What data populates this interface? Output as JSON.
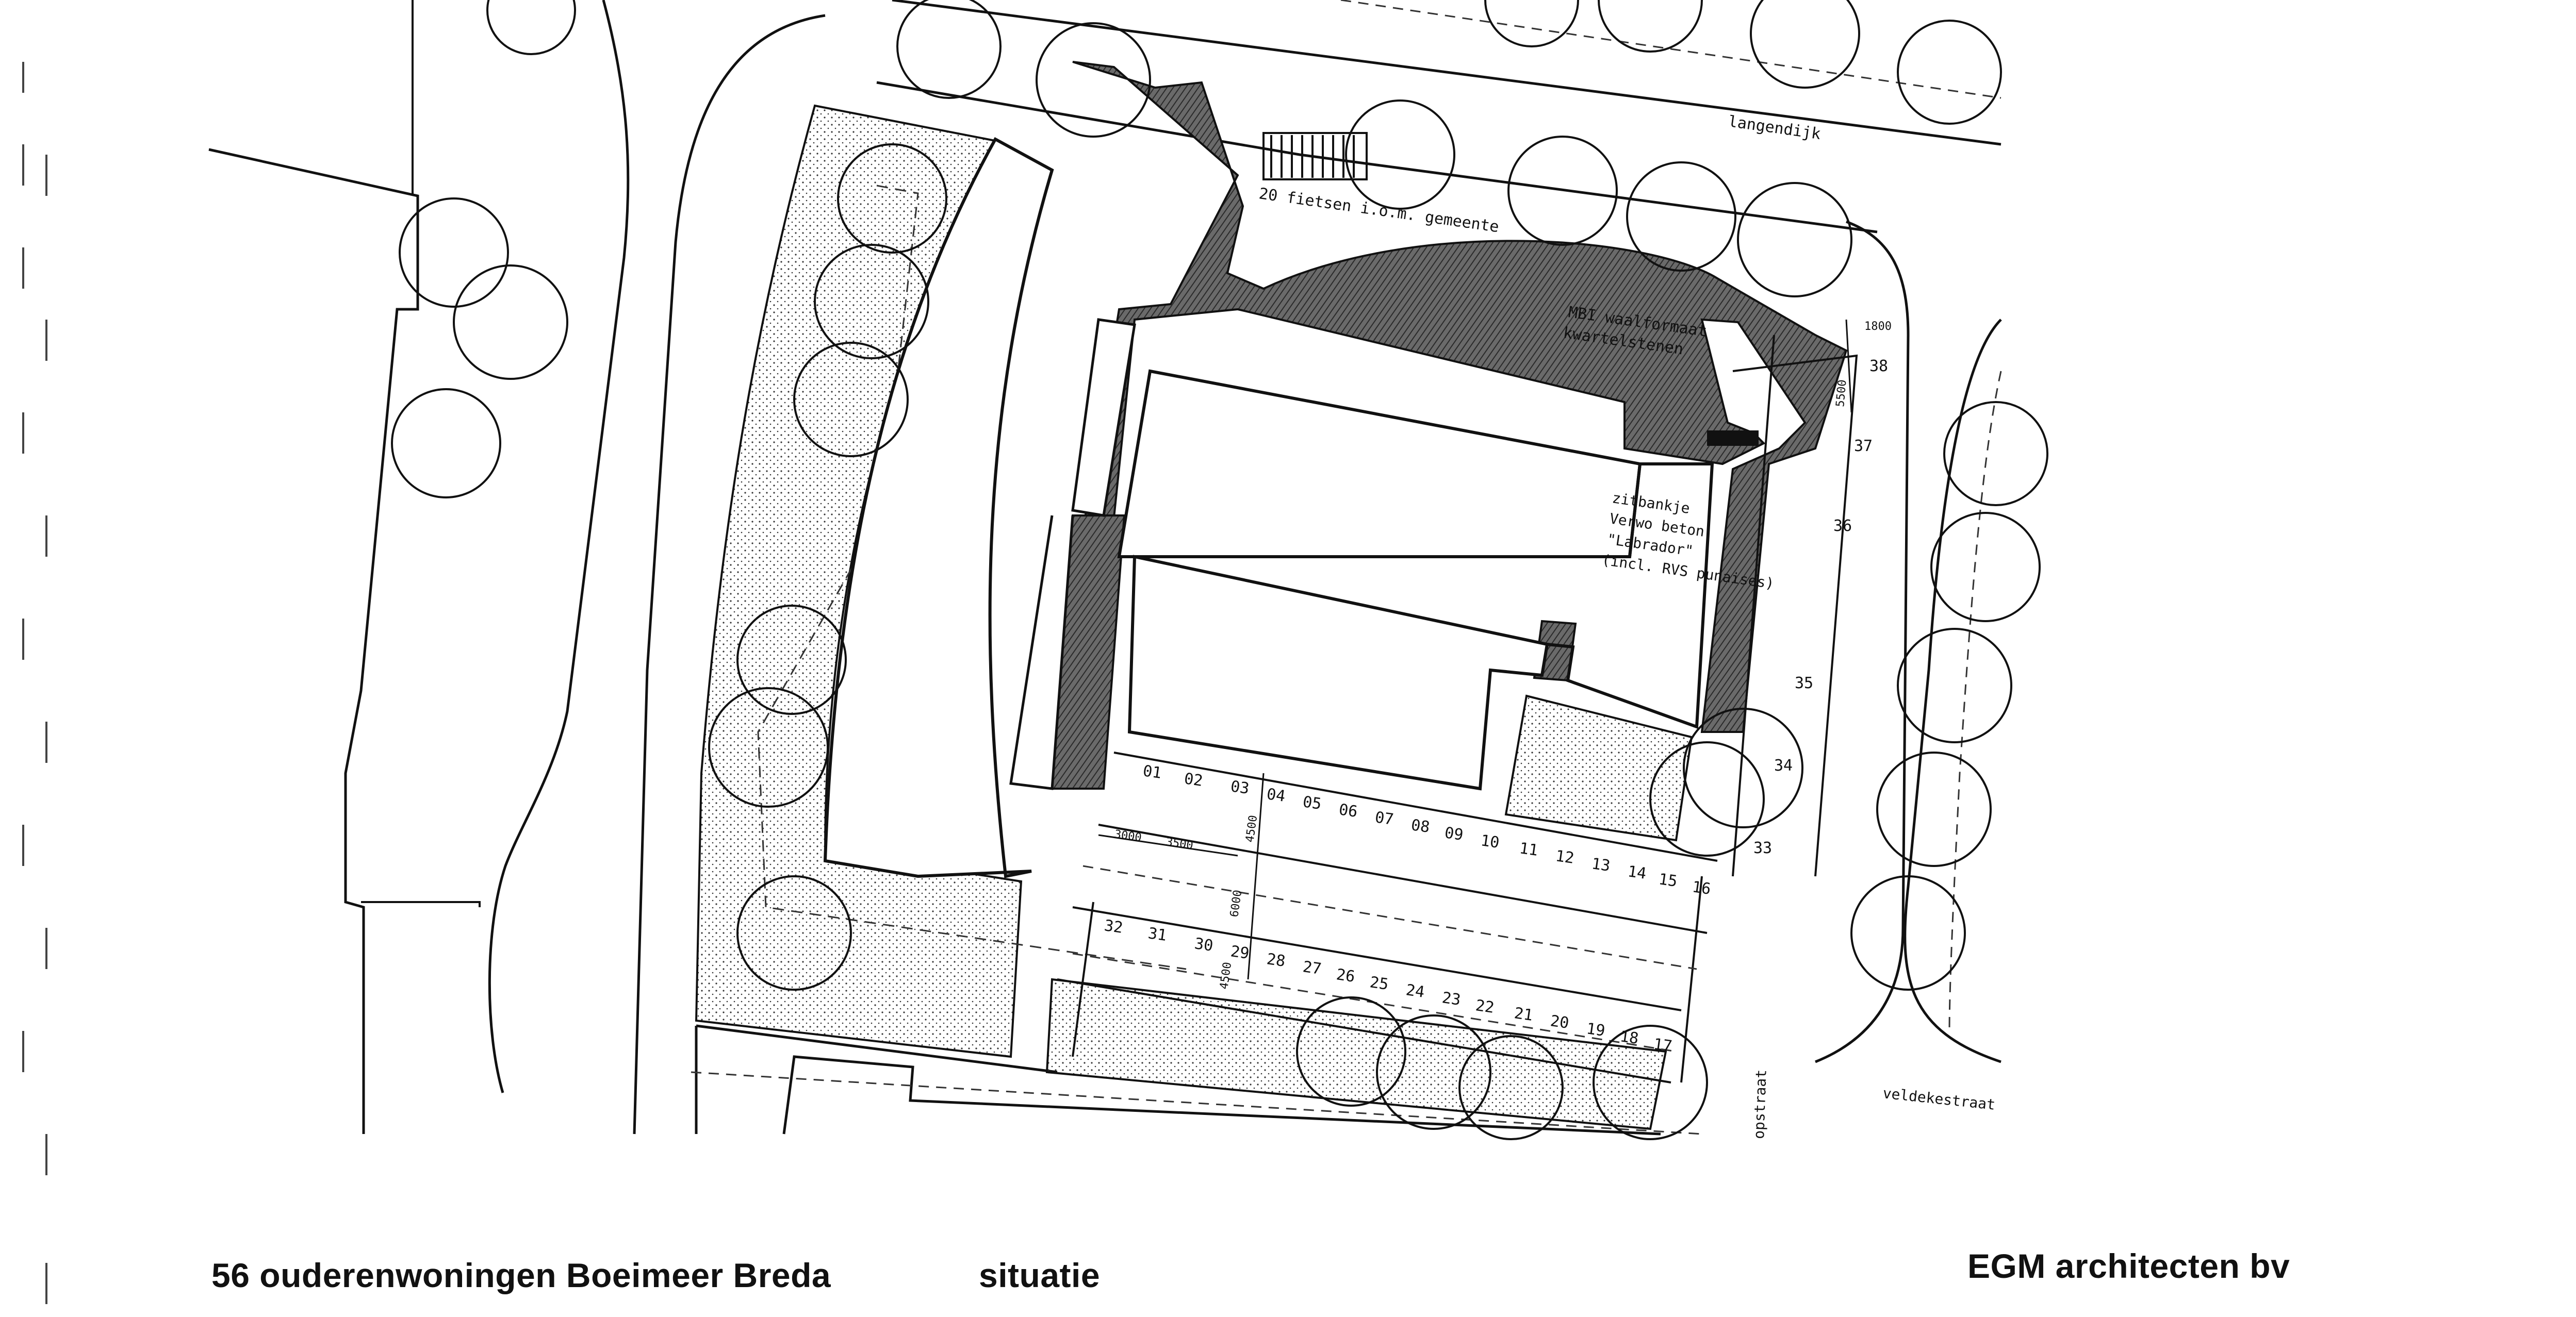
{
  "caption": {
    "project": "56 ouderenwoningen Boeimeer Breda",
    "drawing_type": "situatie",
    "office": "EGM architecten bv"
  },
  "streets": {
    "north": "langendijk",
    "east": "veldekestraat",
    "south_east": "opstraat"
  },
  "annotations": {
    "bike_rack": "20 fietsen i.o.m. gemeente",
    "paving_line1": "MBI waalformaat",
    "paving_line2": "kwartelstenen",
    "bench_line1": "zitbankje",
    "bench_line2": "Verwo beton",
    "bench_line3": "\"Labrador\"",
    "bench_line4": "(incl. RVS punaises)"
  },
  "dimensions": {
    "d3000": "3000",
    "d3500": "3500",
    "d4500a": "4500",
    "d4500b": "4500",
    "d6000": "6000",
    "d5500": "5500",
    "d1800": "1800"
  },
  "parking": {
    "row_top": [
      "01",
      "02",
      "03",
      "04",
      "05",
      "06",
      "07",
      "08",
      "09",
      "10",
      "11",
      "12",
      "13",
      "14",
      "15",
      "16"
    ],
    "row_bottom": [
      "32",
      "31",
      "30",
      "29",
      "28",
      "27",
      "26",
      "25",
      "24",
      "23",
      "22",
      "21",
      "20",
      "19",
      "18",
      "17"
    ],
    "row_east": [
      "38",
      "37",
      "36",
      "35",
      "34",
      "33"
    ]
  },
  "colors": {
    "ink": "#111111",
    "hatch": "#555555",
    "paper": "#ffffff"
  }
}
